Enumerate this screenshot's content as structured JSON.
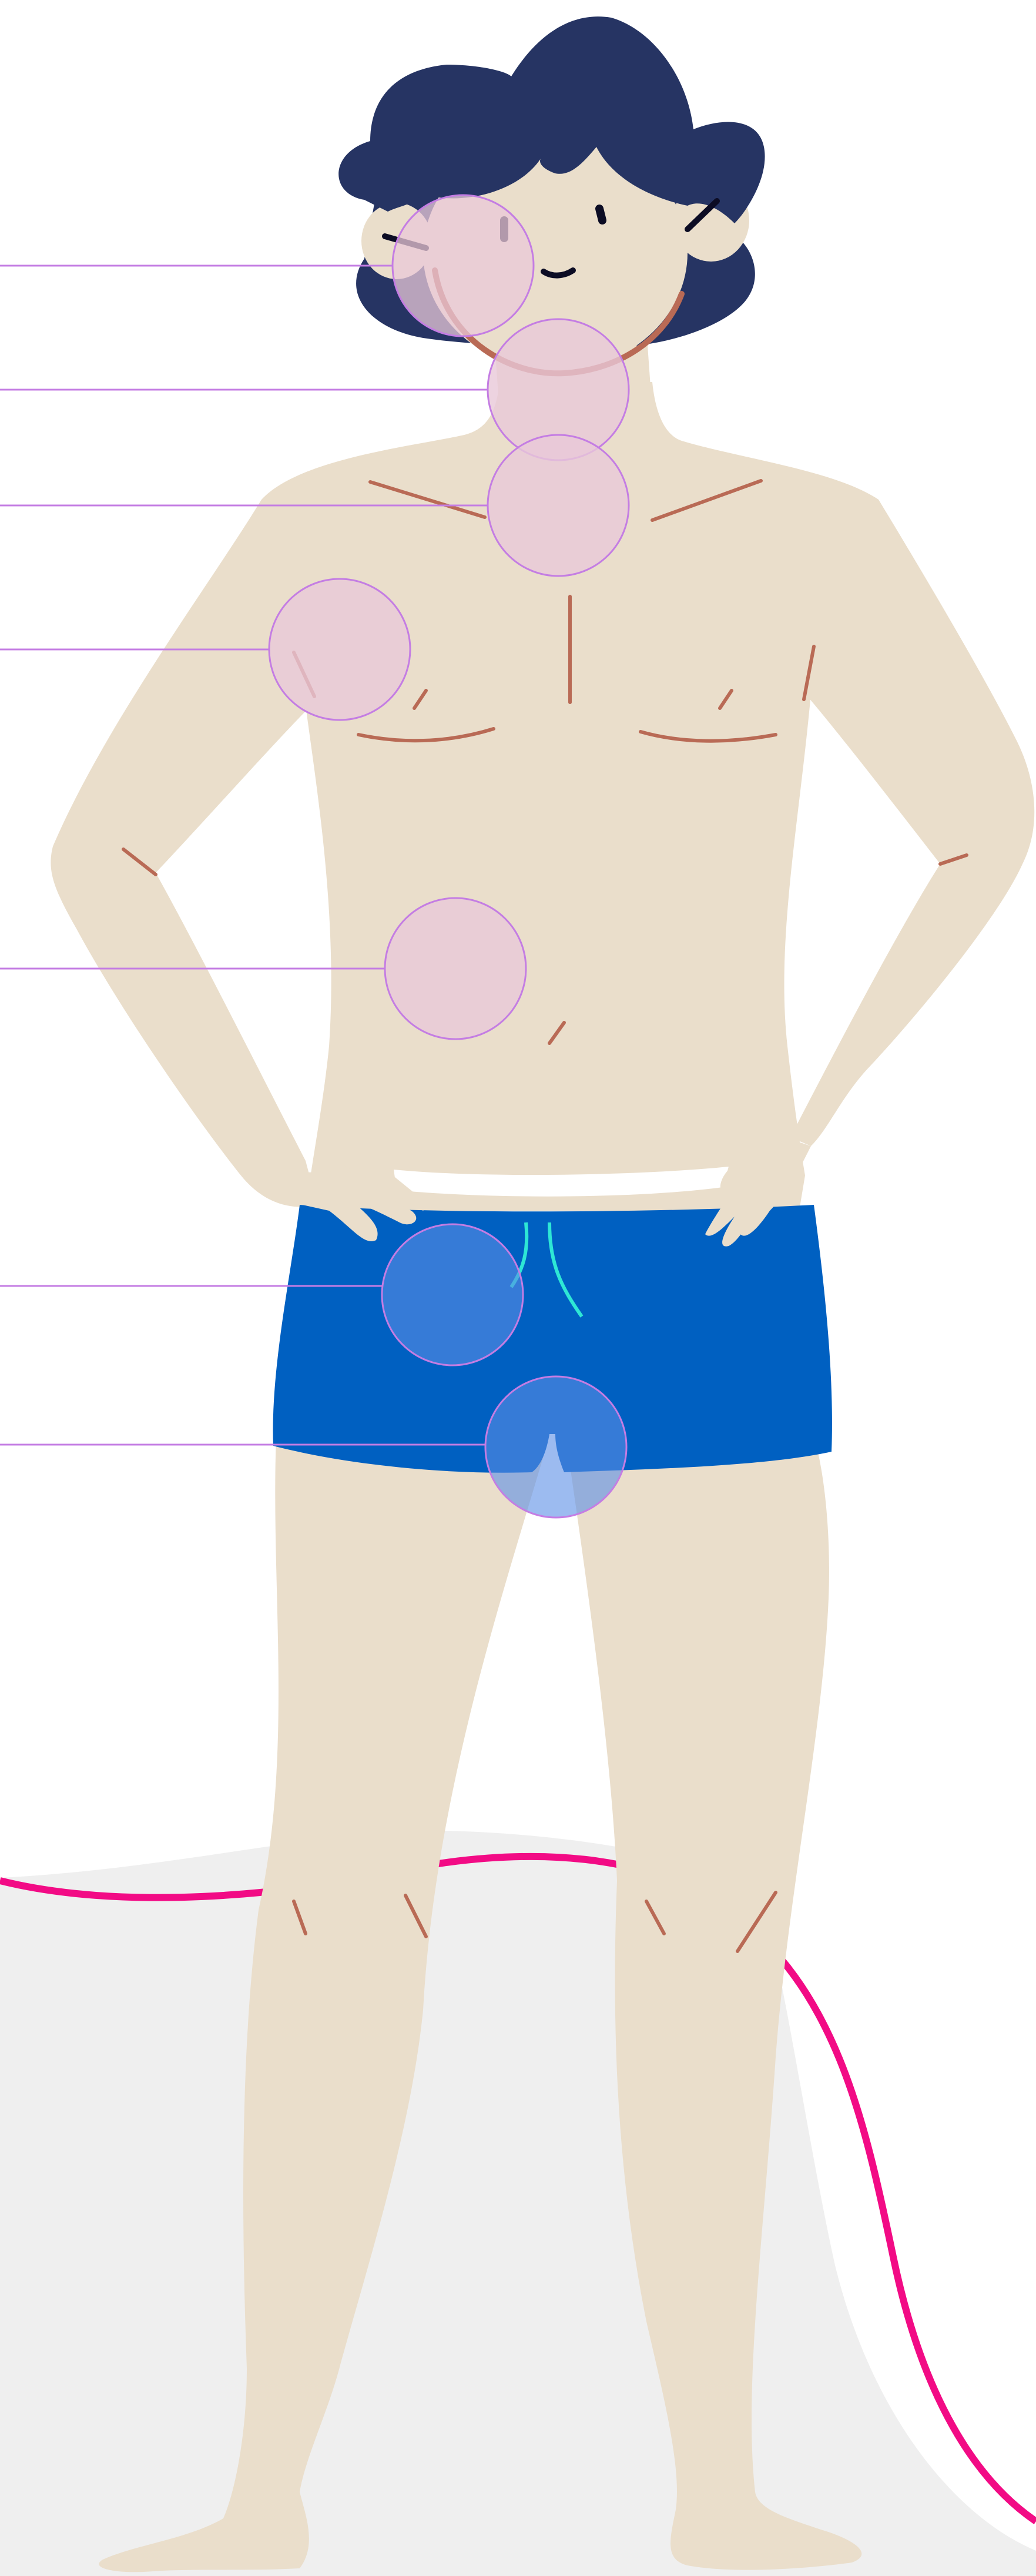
{
  "figure": {
    "name": "human-body-map",
    "colors": {
      "background": "#ffffff",
      "floor": "#efefef",
      "skin": "#eadecb",
      "skin_line": "#b96a55",
      "hair": "#263463",
      "shorts": "#0060c1",
      "drawstring": "#2ee7d5",
      "floor_curve": "#f20b85",
      "face": "#0c0c24",
      "hotspot_fill": "#e9c8d8",
      "hotspot_stroke": "#c47de3",
      "leader_line": "#c47de3"
    }
  },
  "hotspots": [
    {
      "id": "ear-throat",
      "icon": "circle-hotspot"
    },
    {
      "id": "neck",
      "icon": "circle-hotspot"
    },
    {
      "id": "chest",
      "icon": "circle-hotspot"
    },
    {
      "id": "armpit",
      "icon": "circle-hotspot"
    },
    {
      "id": "abdomen",
      "icon": "circle-hotspot"
    },
    {
      "id": "groin",
      "icon": "circle-hotspot"
    },
    {
      "id": "genitals",
      "icon": "circle-hotspot"
    }
  ]
}
